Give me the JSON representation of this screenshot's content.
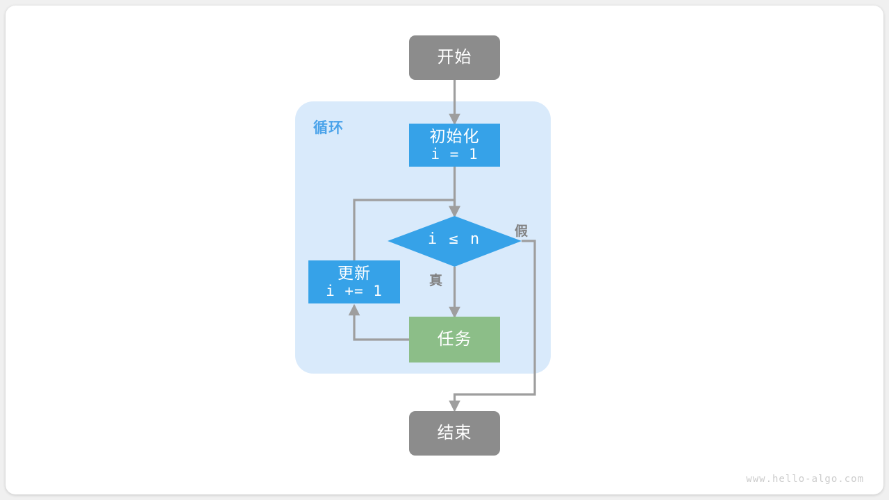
{
  "diagram": {
    "title": "",
    "watermark": "www.hello-algo.com",
    "colors": {
      "terminal": "#8c8c8c",
      "process_blue": "#36a2e8",
      "process_green": "#8cbe88",
      "loop_background": "#d9eafb",
      "loop_label": "#4ba3ea",
      "connector": "#9e9e9e",
      "label_text": "#808080",
      "canvas": "#ffffff",
      "watermark": "#cccccc"
    },
    "loop_container": {
      "label": "循环"
    },
    "nodes": {
      "start": {
        "label": "开始",
        "shape": "rounded-rect",
        "role": "terminal"
      },
      "init": {
        "label": "初始化",
        "code": "i = 1",
        "shape": "rect",
        "role": "process"
      },
      "condition": {
        "label": "i ≤ n",
        "shape": "diamond",
        "role": "decision"
      },
      "update": {
        "label": "更新",
        "code": "i += 1",
        "shape": "rect",
        "role": "process"
      },
      "task": {
        "label": "任务",
        "shape": "rect",
        "role": "process"
      },
      "end": {
        "label": "结束",
        "shape": "rounded-rect",
        "role": "terminal"
      }
    },
    "edge_labels": {
      "true_branch": "真",
      "false_branch": "假"
    }
  }
}
